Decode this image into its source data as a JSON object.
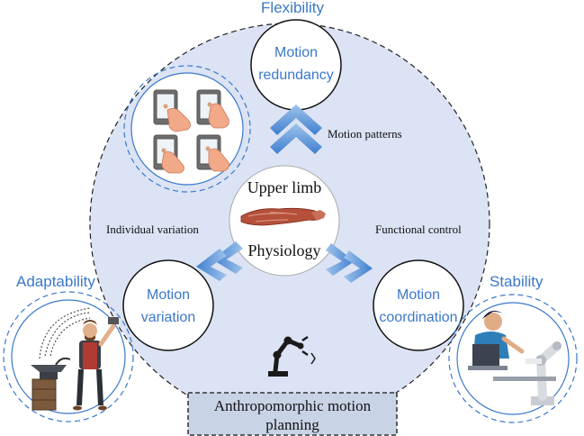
{
  "labels": {
    "flexibility": "Flexibility",
    "adaptability": "Adaptability",
    "stability": "Stability",
    "motion_patterns": "Motion patterns",
    "individual_variation": "Individual variation",
    "functional_control": "Functional control"
  },
  "center": {
    "line1": "Upper limb",
    "line2": "Physiology"
  },
  "nodes": {
    "redundancy": {
      "line1": "Motion",
      "line2": "redundancy"
    },
    "variation": {
      "line1": "Motion",
      "line2": "variation"
    },
    "coordination": {
      "line1": "Motion",
      "line2": "coordination"
    }
  },
  "bottom_box": {
    "line1": "Anthropomorphic motion",
    "line2": "planning"
  },
  "colors": {
    "main_circle_fill": "#dbe3f4",
    "accent_blue": "#3a78c9",
    "chevron_light": "#9fc3ea",
    "chevron_dark": "#3f7fd0",
    "box_fill": "#c9d3e6"
  },
  "icons": [
    "touchscreen-gesture-icon",
    "blacksmith-icon",
    "robot-arm-icon",
    "engineer-robot-icon",
    "muscle-arm-icon"
  ]
}
